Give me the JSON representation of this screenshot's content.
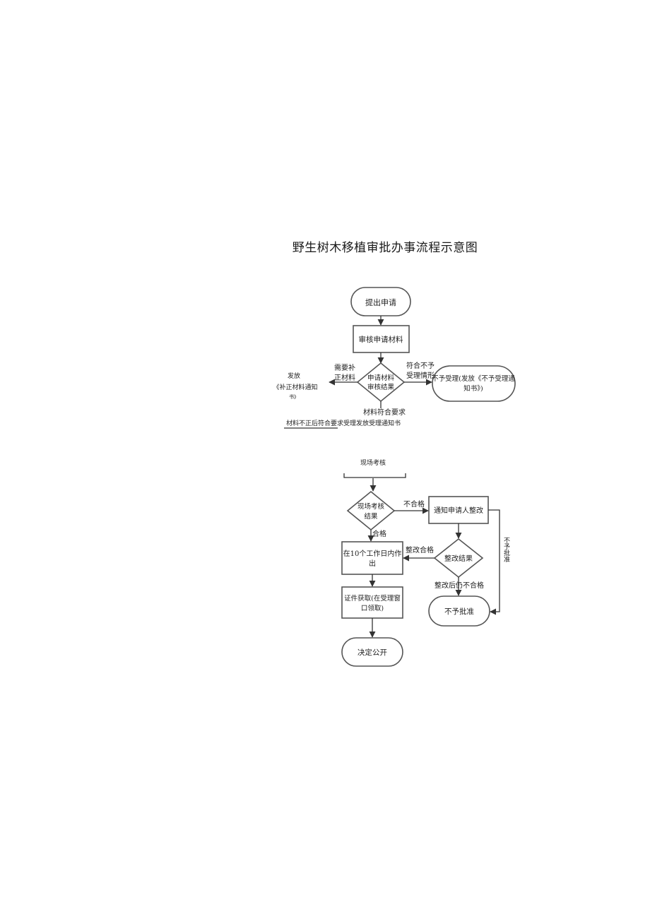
{
  "title": "野生树木移植审批办事流程示意图",
  "colors": {
    "stroke": "#555555",
    "line": "#333333",
    "text": "#222222",
    "background": "#ffffff"
  },
  "nodes": {
    "submit": "提出申请",
    "review": "审核申请材料",
    "decision_line1": "申请材料",
    "decision_line2": "审核结果",
    "reject_line1": "不予受理(发放《不予受理通",
    "reject_line2": "知书》)",
    "site_check_label": "现场考核",
    "site_result_line1": "现场考核",
    "site_result_line2": "结果",
    "notify_fix": "通知申请人整改",
    "fix_result": "整改结果",
    "decide_line1": "在10个工作日内作",
    "decide_line2": "出",
    "certificate_line1": "证件获取(在受理窗",
    "certificate_line2": "口领取)",
    "public": "决定公开",
    "not_approved": "不予批准"
  },
  "labels": {
    "need_supplement_1": "需要补",
    "need_supplement_2": "正材料",
    "issue_1": "发放",
    "issue_2": "《补正材料通知",
    "issue_3": "书》",
    "not_accept_1": "符合不予",
    "not_accept_2": "受理情形",
    "meets_req": "材料符合要求",
    "accept_note": "材料不正后符合要求受理发放受理通知书",
    "unqualified": "不合格",
    "qualified": "合格",
    "fix_ok": "整改合格",
    "fix_fail": "整改后仍不合格",
    "side_note": "不予批准"
  }
}
